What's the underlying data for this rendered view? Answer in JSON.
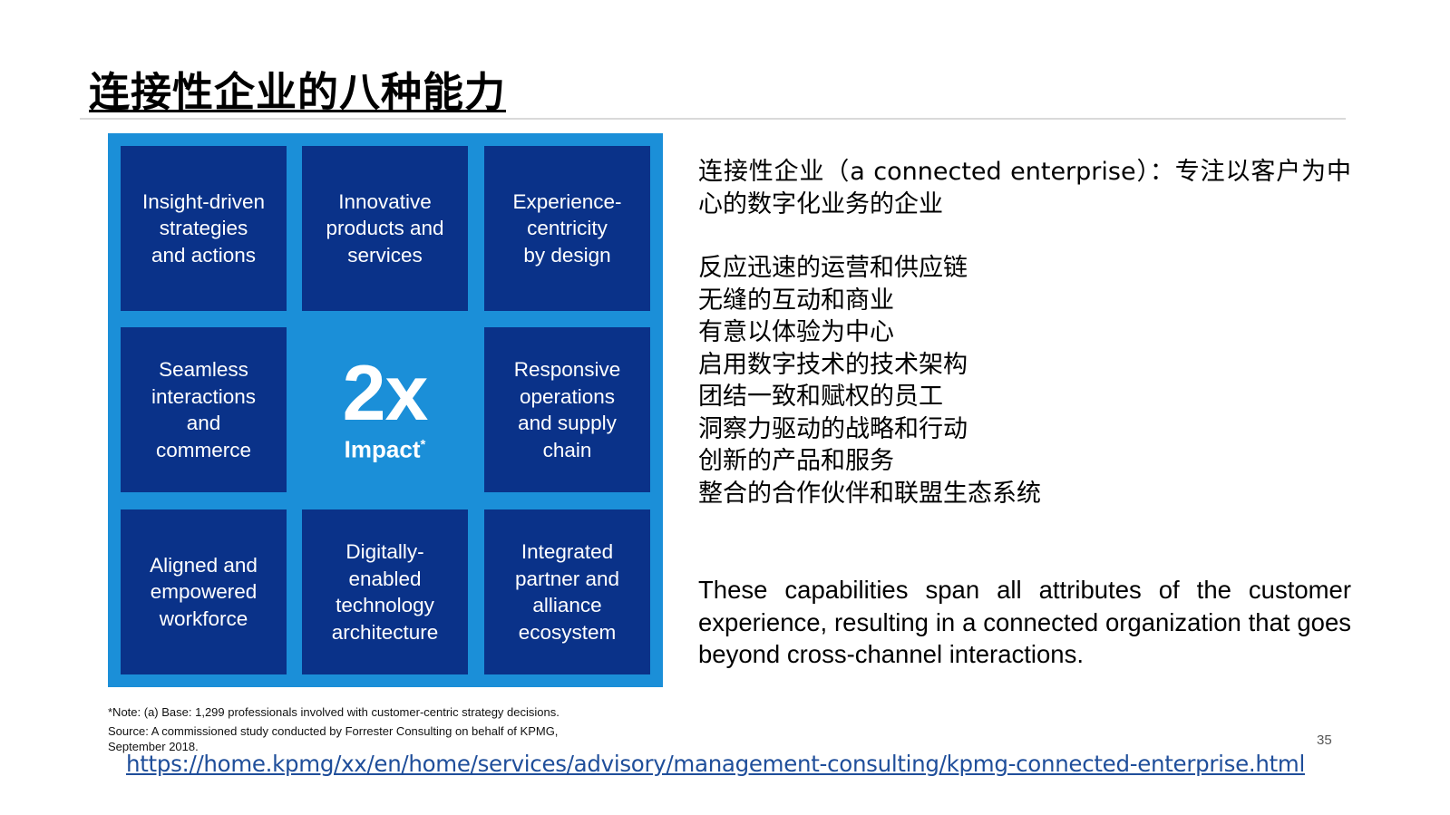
{
  "slide": {
    "title": "连接性企业的八种能力",
    "page_number": "35"
  },
  "grid": {
    "colors": {
      "frame": "#1b8fd8",
      "tile": "#0a3289",
      "text": "#ffffff"
    },
    "tiles": [
      {
        "label": "Insight-driven\nstrategies\nand actions"
      },
      {
        "label": "Innovative\nproducts and\nservices"
      },
      {
        "label": "Experience-\ncentricity\nby design"
      },
      {
        "label": "Seamless\ninteractions\nand\ncommerce"
      },
      {
        "label": "Responsive\noperations\nand supply\nchain"
      },
      {
        "label": "Aligned and\nempowered\nworkforce"
      },
      {
        "label": "Digitally-\nenabled\ntechnology\narchitecture"
      },
      {
        "label": "Integrated\npartner and\nalliance\necosystem"
      }
    ],
    "center": {
      "value": "2x",
      "label": "Impact",
      "footnote_mark": "*"
    }
  },
  "notes": {
    "note": "*Note: (a) Base: 1,299 professionals involved with customer-centric strategy decisions.",
    "source_line1": "Source: A commissioned study conducted by Forrester Consulting on behalf of KPMG,",
    "source_line2": "September 2018."
  },
  "right": {
    "intro": "连接性企业（a connected enterprise）：专注以客户为中心的数字化业务的企业",
    "capabilities": [
      "反应迅速的运营和供应链",
      "无缝的互动和商业",
      "有意以体验为中心",
      "启用数字技术的技术架构",
      "团结一致和赋权的员工",
      "洞察力驱动的战略和行动",
      "创新的产品和服务",
      "整合的合作伙伴和联盟生态系统"
    ],
    "summary": "These capabilities span all attributes of the customer experience, resulting in a connected organization that goes beyond cross-channel interactions."
  },
  "link": {
    "url": "https://home.kpmg/xx/en/home/services/advisory/management-consulting/kpmg-connected-enterprise.html"
  }
}
